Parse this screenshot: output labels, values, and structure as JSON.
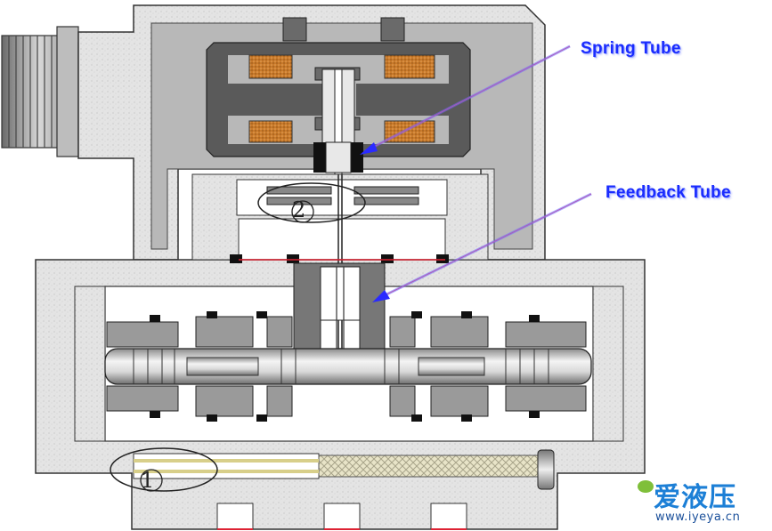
{
  "labels": {
    "spring_tube": "Spring  Tube",
    "feedback_tube": "Feedback Tube"
  },
  "markers": {
    "one": "1",
    "two": "2"
  },
  "watermark": {
    "text": "爱液压",
    "url": "www.iyeya.cn"
  },
  "colors": {
    "body_fill": "#e6e6e6",
    "housing_dark": "#555555",
    "coil": "#c77a2c",
    "spool": "#c8c8c8",
    "callout_text": "#1a2cff",
    "arrow": "#6b6bff",
    "seal": "#111111"
  }
}
